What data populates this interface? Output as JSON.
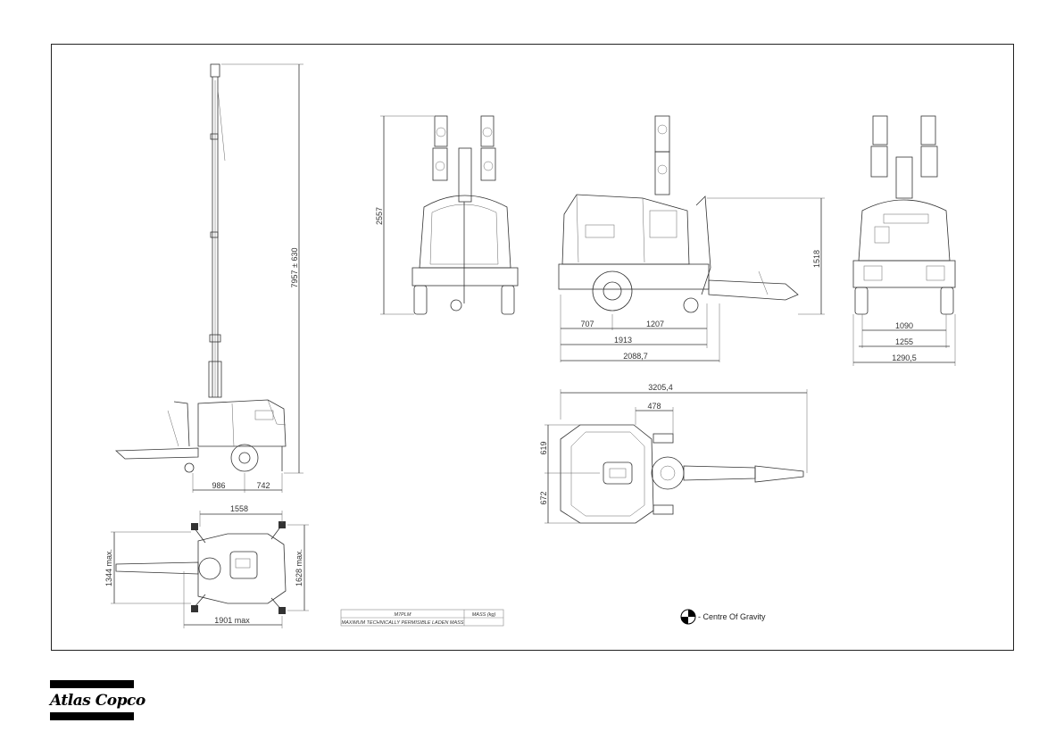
{
  "drawing": {
    "side_view_tower": {
      "height_dim": "7957 ± 630",
      "dim_front": "986",
      "dim_rear": "742"
    },
    "top_view_small": {
      "dim_top": "1558",
      "dim_left": "1344 max.",
      "dim_right": "1628 max.",
      "dim_bottom": "1901 max"
    },
    "front_view": {
      "height_dim": "2557"
    },
    "side_view_stowed": {
      "height_dim": "1518",
      "dim_a": "707",
      "dim_b": "1207",
      "dim_c": "1913",
      "dim_d": "2088,7"
    },
    "rear_view": {
      "dim_a": "1090",
      "dim_b": "1255",
      "dim_c": "1290,5"
    },
    "top_view_large": {
      "dim_overall": "3205,4",
      "dim_hitch": "478",
      "dim_upper": "619",
      "dim_lower": "672"
    },
    "mass_table": {
      "model": "M7PLM",
      "mass_header": "MASS (kg)",
      "row_label": "MAXIMUM TECHNICALLY PERMISIBLE LADEN MASS",
      "row_value": ""
    },
    "legend": {
      "cog_label": "- Centre Of Gravity"
    }
  },
  "brand": {
    "logo_text": "Atlas Copco",
    "logo_color": "#000000"
  }
}
